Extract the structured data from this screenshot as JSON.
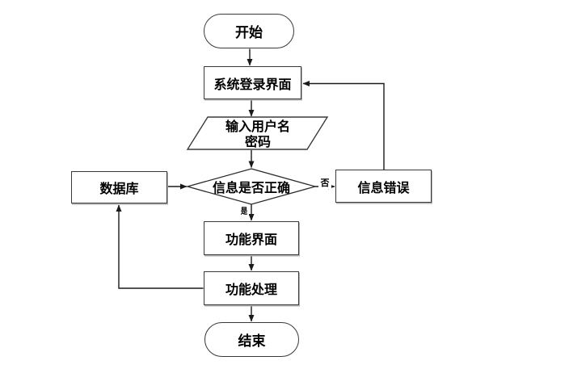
{
  "diagram": {
    "kind": "flowchart",
    "language": "zh-CN",
    "nodes": {
      "start": {
        "label": "开始",
        "shape": "terminator"
      },
      "login": {
        "label": "系统登录界面",
        "shape": "process"
      },
      "input": {
        "lines": [
          "输入用户名",
          "密码"
        ],
        "shape": "data-parallelogram"
      },
      "decision": {
        "label": "信息是否正确",
        "shape": "decision-diamond"
      },
      "database": {
        "label": "数据库",
        "shape": "process"
      },
      "error": {
        "label": "信息错误",
        "shape": "process"
      },
      "func_ui": {
        "label": "功能界面",
        "shape": "process"
      },
      "func_proc": {
        "label": "功能处理",
        "shape": "process"
      },
      "end": {
        "label": "结束",
        "shape": "terminator"
      }
    },
    "branch_labels": {
      "yes": "是",
      "no": "否"
    },
    "edges": [
      {
        "from": "start",
        "to": "login",
        "label": ""
      },
      {
        "from": "login",
        "to": "input",
        "label": ""
      },
      {
        "from": "input",
        "to": "decision",
        "label": ""
      },
      {
        "from": "database",
        "to": "decision",
        "label": ""
      },
      {
        "from": "decision",
        "to": "error",
        "label": "否"
      },
      {
        "from": "decision",
        "to": "func_ui",
        "label": "是"
      },
      {
        "from": "error",
        "to": "login",
        "label": ""
      },
      {
        "from": "func_ui",
        "to": "func_proc",
        "label": ""
      },
      {
        "from": "func_proc",
        "to": "database",
        "label": ""
      },
      {
        "from": "func_proc",
        "to": "end",
        "label": ""
      }
    ],
    "colors": {
      "background": "#ffffff",
      "line": "#1a1a1a",
      "node_border": "#3a3a3a",
      "text": "#000000",
      "process_shadow": "#b0b0b0"
    }
  }
}
